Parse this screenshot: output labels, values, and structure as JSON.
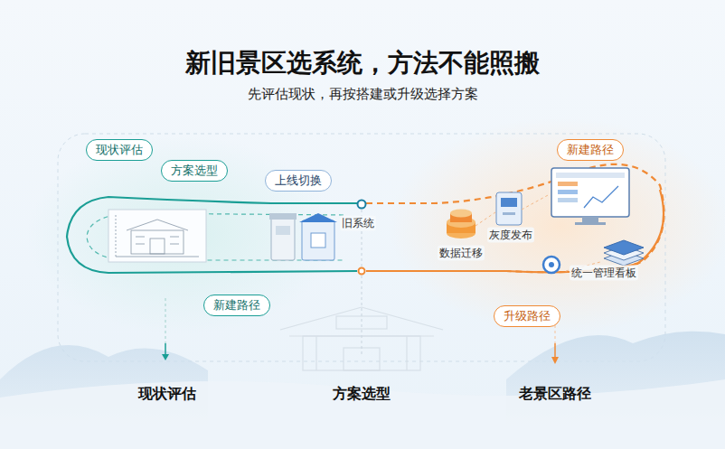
{
  "diagram": {
    "title": "新旧景区选系统，方法不能照搬",
    "caption": "先评估现状，再按搭建或升级选择方案",
    "nodes": [
      {
        "text": [
          "现状评估"
        ]
      },
      {
        "text": [
          "方案选型"
        ]
      },
      {
        "text": [
          "上线切换"
        ]
      },
      {
        "text": [
          "新建路径"
        ]
      },
      {
        "text": [
          "新建路径"
        ]
      },
      {
        "text": [
          "升级路径"
        ]
      }
    ],
    "labels": [
      "旧系统",
      "灰度发布",
      "数据迁移",
      "统一管理看板",
      "现状评估",
      "方案选型",
      "老景区路径"
    ]
  }
}
